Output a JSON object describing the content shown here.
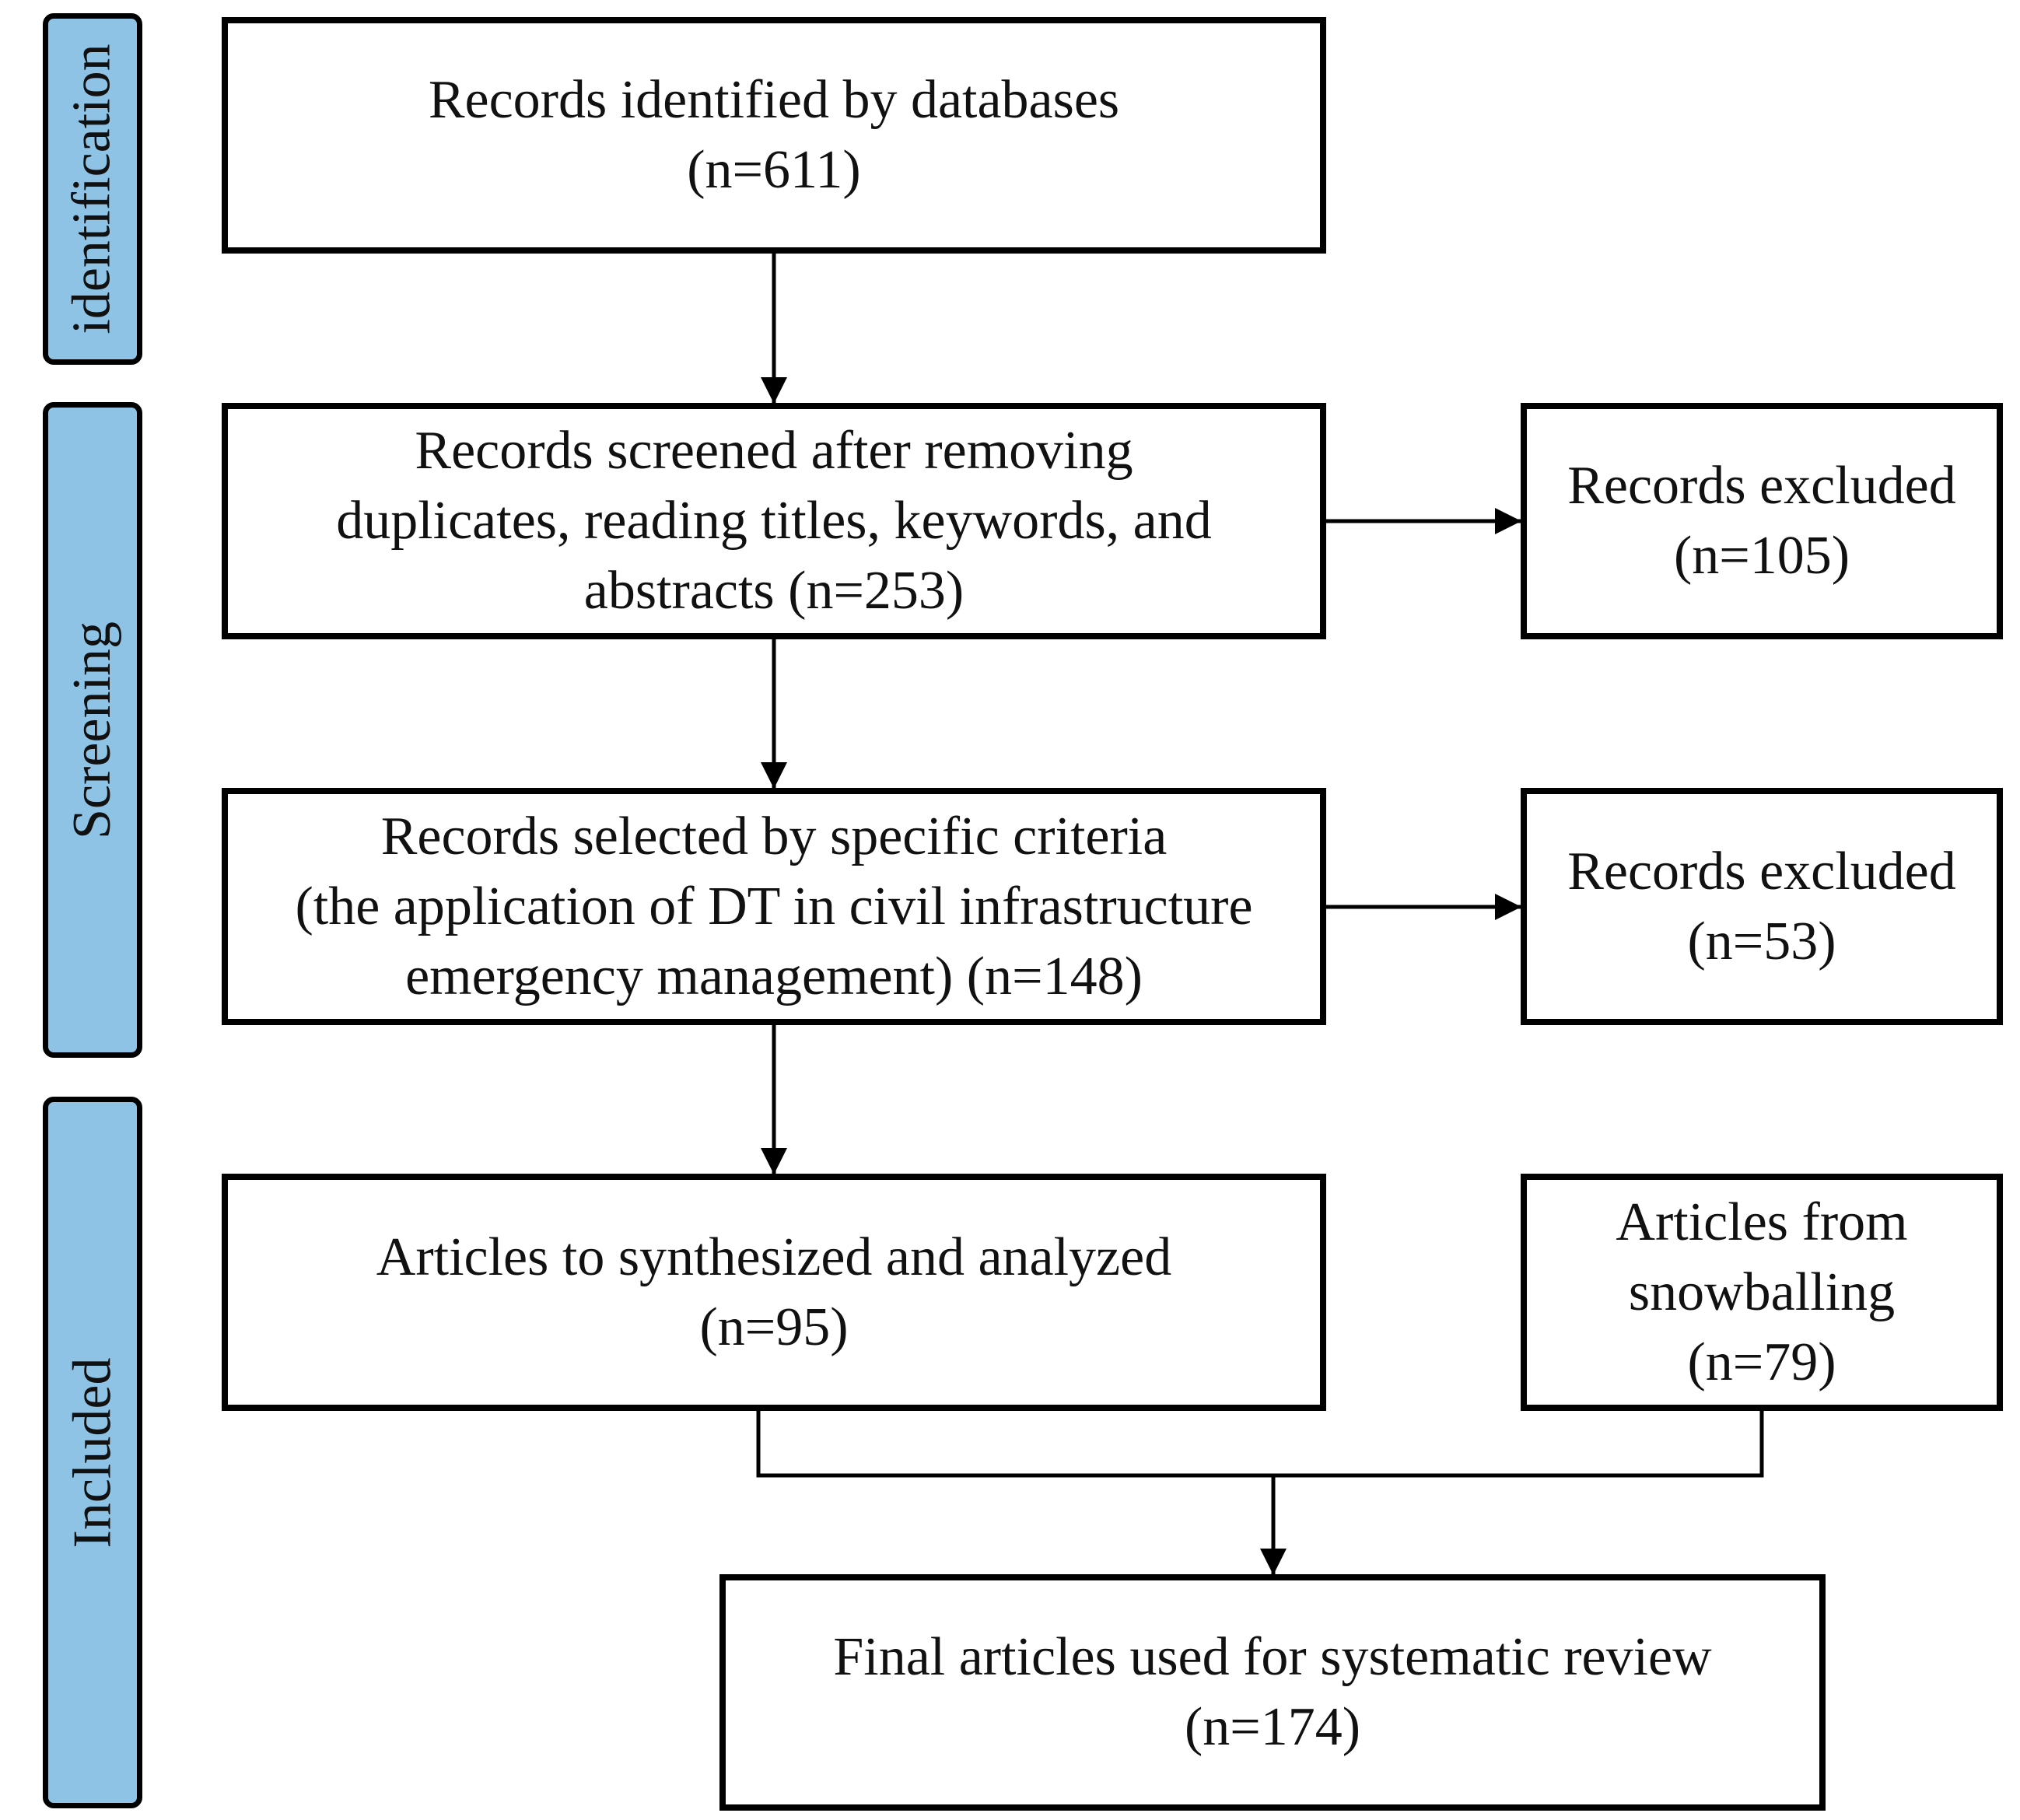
{
  "colors": {
    "phase_fill": "#8ec3e6",
    "stroke": "#000000",
    "box_fill": "#ffffff",
    "text": "#111111"
  },
  "phases": {
    "identification": "identification",
    "screening": "Screening",
    "included": "Included"
  },
  "boxes": {
    "identified": {
      "line1": "Records identified by databases",
      "line2": "(n=611)"
    },
    "screened": {
      "line1": "Records screened after removing",
      "line2": "duplicates, reading titles, keywords, and",
      "line3": "abstracts (n=253)"
    },
    "excluded_1": {
      "line1": "Records excluded",
      "line2": "(n=105)"
    },
    "selected": {
      "line1": "Records selected by specific criteria",
      "line2": "(the application of DT in civil infrastructure",
      "line3": "emergency management) (n=148)"
    },
    "excluded_2": {
      "line1": "Records excluded",
      "line2": "(n=53)"
    },
    "synthesized": {
      "line1": "Articles to synthesized and analyzed",
      "line2": "(n=95)"
    },
    "snowballing": {
      "line1": "Articles from",
      "line2": "snowballing",
      "line3": "(n=79)"
    },
    "final": {
      "line1": "Final articles used for systematic review",
      "line2": "(n=174)"
    }
  }
}
